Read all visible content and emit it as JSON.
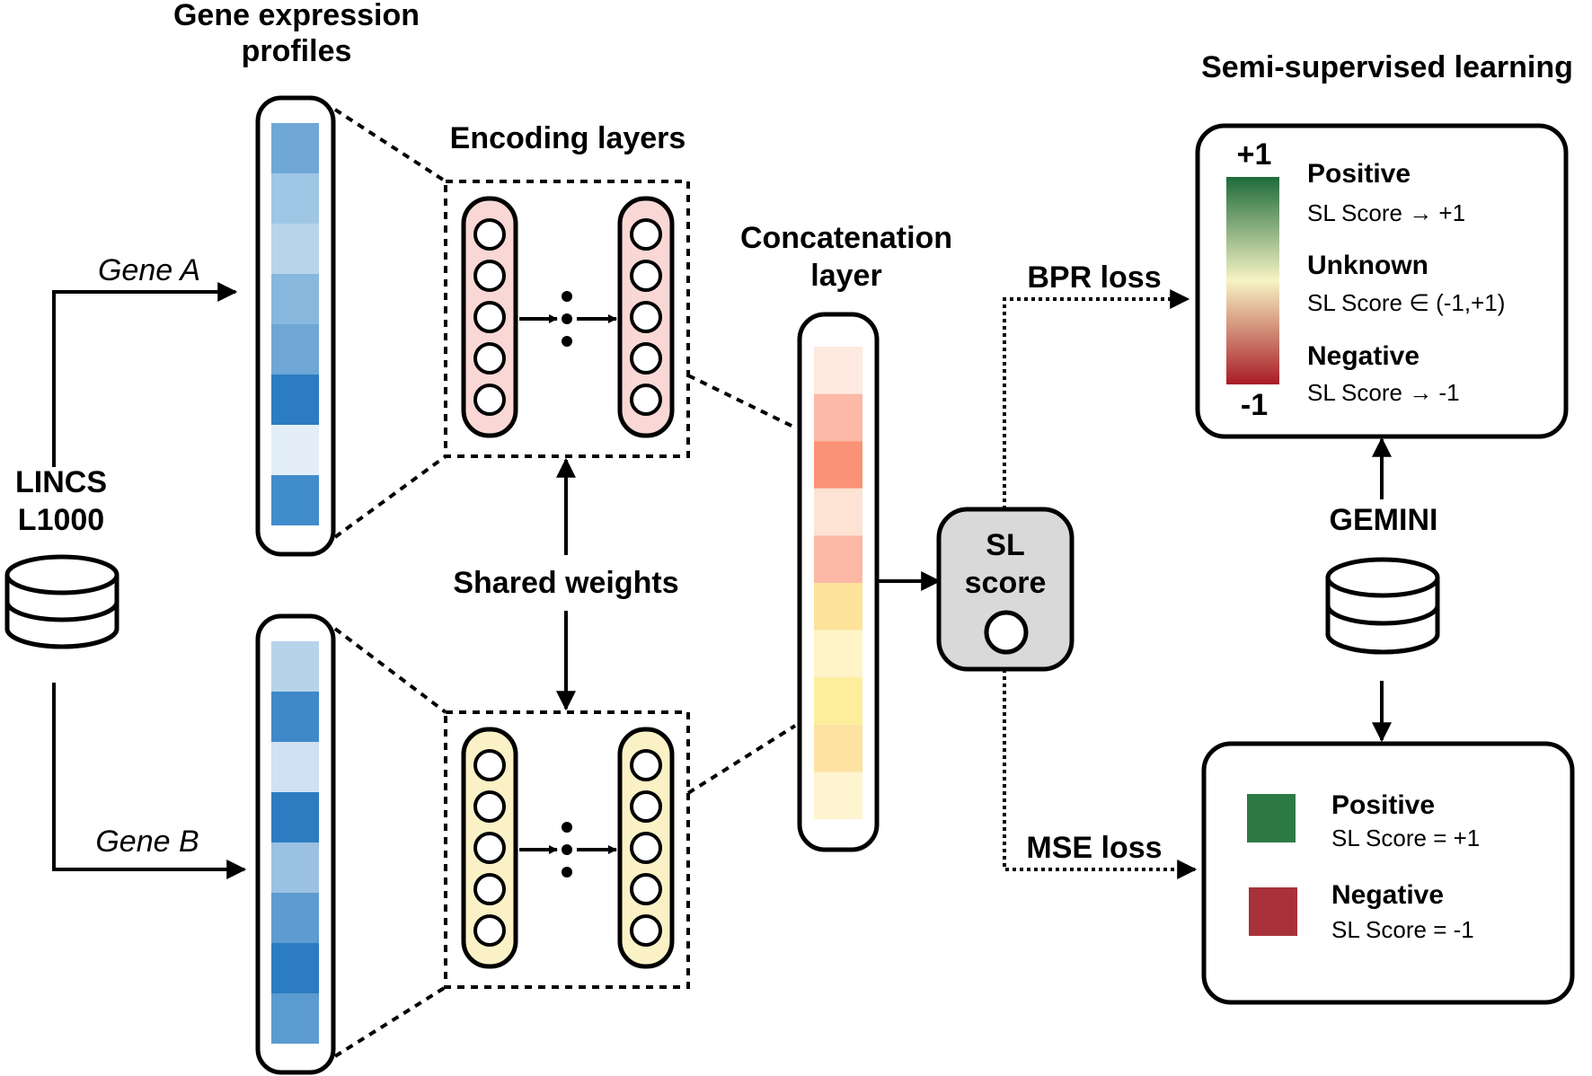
{
  "labels": {
    "gene_expr_title_1": "Gene expression",
    "gene_expr_title_2": "profiles",
    "encoding_title": "Encoding layers",
    "concat_title_1": "Concatenation",
    "concat_title_2": "layer",
    "semi_title": "Semi-supervised learning",
    "gene_a": "Gene A",
    "gene_b": "Gene B",
    "lincs_1": "LINCS",
    "lincs_2": "L1000",
    "shared_weights": "Shared weights",
    "sl_1": "SL",
    "sl_2": "score",
    "bpr_loss": "BPR loss",
    "mse_loss": "MSE loss",
    "gemini": "GEMINI"
  },
  "semi_box": {
    "plus_one": "+1",
    "minus_one": "-1",
    "positive": "Positive",
    "positive_score": "SL Score → +1",
    "unknown": "Unknown",
    "unknown_score": "SL Score ∈ (-1,+1)",
    "negative": "Negative",
    "negative_score": "SL Score → -1"
  },
  "legend_box": {
    "positive": "Positive",
    "positive_score": "SL Score  =  +1",
    "negative": "Negative",
    "negative_score": "SL Score  =  -1",
    "positive_color": "#2e7a45",
    "negative_color": "#a8313a"
  },
  "colors": {
    "gene_a_cells": [
      "#6fa8d6",
      "#9fc6e4",
      "#b7d4ea",
      "#88b7de",
      "#6ea6d6",
      "#2b7cc2",
      "#e3eef8",
      "#418ccb"
    ],
    "gene_b_cells": [
      "#b7d3ea",
      "#3f89c9",
      "#cfe1f2",
      "#2d7cc1",
      "#9bc1e2",
      "#5d9bd1",
      "#2b7cc2",
      "#5c9bd0"
    ],
    "concat_cells": [
      "#fde9df",
      "#fcb9a8",
      "#fb9277",
      "#fde3d3",
      "#fbb8a5",
      "#fde29a",
      "#fef4c8",
      "#fdee9b",
      "#fde2a2",
      "#fef4cf"
    ],
    "encoder_top_fill": "#f9d7d5",
    "encoder_bottom_fill": "#fbf1c6",
    "sl_box_fill": "#d9d9d9",
    "gradient_top": "#1f6b3a",
    "gradient_mid": "#f6f3c4",
    "gradient_bottom": "#a81c25"
  }
}
